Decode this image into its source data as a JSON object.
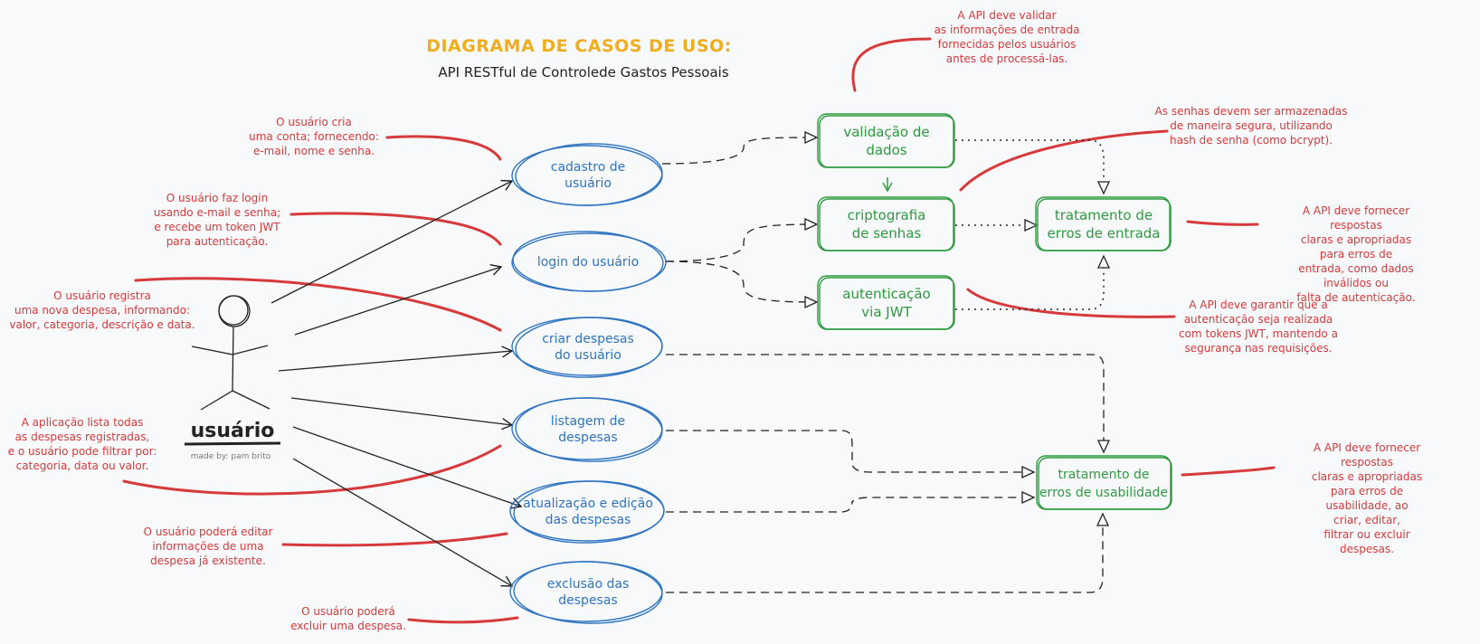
{
  "title": "DIAGRAMA DE CASOS DE USO:",
  "subtitle": "API RESTful de Controlede Gastos Pessoais",
  "actor": {
    "name": "usuário",
    "credit": "made by: pam brito"
  },
  "use_cases": [
    {
      "id": "cadastro",
      "label": "cadastro de\nusuário"
    },
    {
      "id": "login",
      "label": "login do usuário"
    },
    {
      "id": "criar",
      "label": "criar despesas\ndo usuário"
    },
    {
      "id": "listagem",
      "label": "listagem de\ndespesas"
    },
    {
      "id": "atualizacao",
      "label": "atualização e edição\ndas despesas"
    },
    {
      "id": "exclusao",
      "label": "exclusão das\ndespesas"
    }
  ],
  "components": [
    {
      "id": "validacao",
      "label": "validação de\ndados"
    },
    {
      "id": "criptografia",
      "label": "criptografia\nde senhas"
    },
    {
      "id": "autenticacao",
      "label": "autenticação\nvia JWT"
    },
    {
      "id": "erros_entrada",
      "label": "tratamento de\nerros de entrada"
    },
    {
      "id": "erros_usabilidade",
      "label": "tratamento de\nerros de usabilidade"
    }
  ],
  "notes": {
    "cadastro": "O usuário cria\numa conta; fornecendo:\ne-mail, nome e senha.",
    "login": "O usuário faz login\nusando e-mail e senha;\ne recebe um token JWT\npara autenticação.",
    "criar": "O usuário registra\numa nova despesa, informando:\nvalor, categoria, descrição e data.",
    "listagem": "A aplicação lista todas\nas despesas registradas,\ne o usuário pode filtrar por:\ncategoria, data ou valor.",
    "atualizacao": "O usuário poderá editar\ninformações de uma\ndespesa já existente.",
    "exclusao": "O usuário poderá\nexcluir uma despesa.",
    "validacao": "A API deve validar\nas informações de entrada\nfornecidas pelos usuários\nantes de processá-las.",
    "criptografia": "As senhas devem ser armazenadas\nde maneira segura, utilizando\nhash de senha (como bcrypt).",
    "erros_entrada": "A API deve fornecer respostas\nclaras e apropriadas para erros de\nentrada, como dados inválidos ou\nfalta de autenticação.",
    "autenticacao": "A API deve garantir que a\nautenticação seja realizada\ncom tokens JWT, mantendo a\nsegurança nas requisições.",
    "erros_usabilidade": "A API deve fornecer respostas\nclaras e apropriadas para erros de\nusabilidade, ao criar, editar,\nfiltrar ou excluir despesas."
  },
  "colors": {
    "use_case": "#2f74c0",
    "component": "#2e9a3e",
    "note": "#d63a3a",
    "title": "#f0ad1e",
    "line": "#222222",
    "background": "#f7f9fb"
  }
}
